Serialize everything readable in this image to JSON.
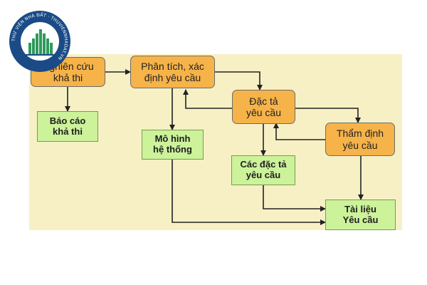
{
  "colors": {
    "background": "#f7f0c4",
    "process_fill": "#f6b349",
    "document_fill": "#ccf29a",
    "edge": "#222222",
    "logo_blue": "#1b4b87",
    "logo_green": "#2e9a5c"
  },
  "logo": {
    "text": "THƯ VIỆN NHÀ ĐẤT · THUVIENNHADAT.VN",
    "icon": "building-logo-icon"
  },
  "nodes": {
    "feasibility": {
      "label": "Nghiên cứu\nkhả thi"
    },
    "analysis": {
      "label": "Phân tích, xác\nđịnh yêu cầu"
    },
    "specification": {
      "label": "Đặc tả\nyêu cầu"
    },
    "validation": {
      "label": "Thẩm định\nyêu cầu"
    },
    "feasibility_report": {
      "label": "Báo cáo\nkhả thi"
    },
    "system_model": {
      "label": "Mô hình\nhệ thống"
    },
    "requirement_specs": {
      "label": "Các đặc tả\nyêu cầu"
    },
    "requirements_doc": {
      "label": "Tài liệu\nYêu cầu"
    }
  }
}
